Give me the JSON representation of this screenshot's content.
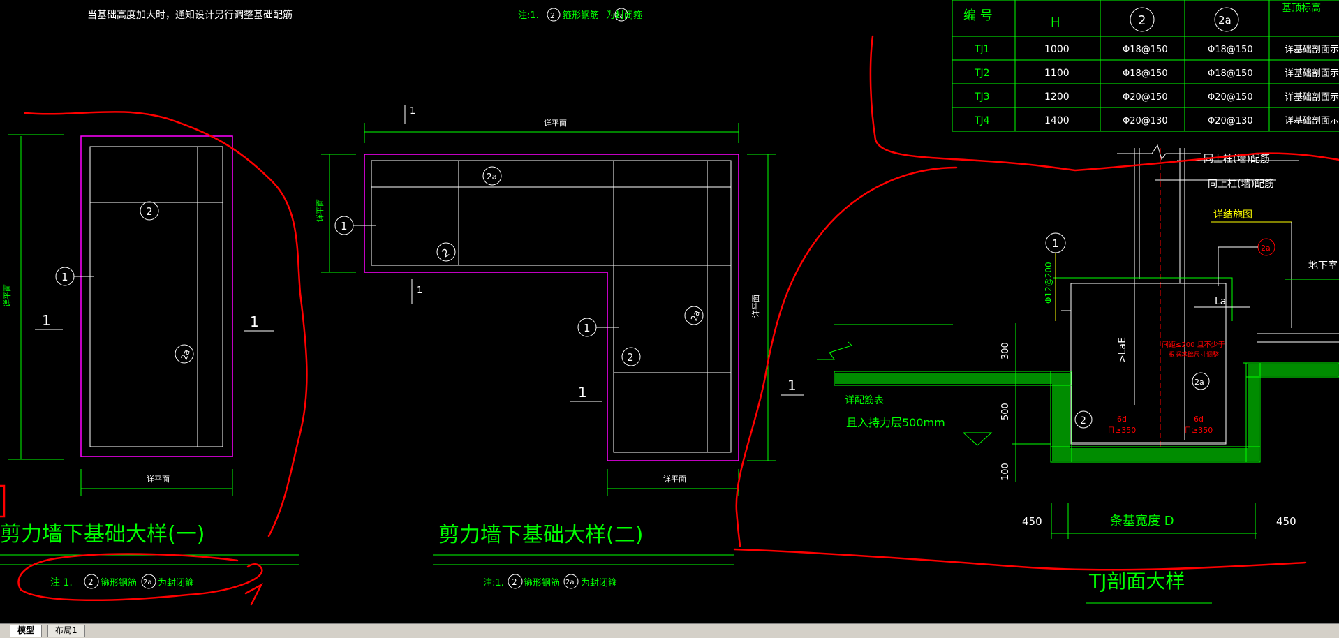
{
  "notes": {
    "top_left": "当基础高度加大时，通知设计另行调整基础配筋",
    "top_mid_prefix": "注:1.",
    "top_mid_a": "箍形钢筋",
    "top_mid_b": "为封闭箍",
    "bottom_left_prefix": "注  1.",
    "bottom_left_a": "箍形钢筋",
    "bottom_left_b": "为封闭箍",
    "bottom_mid_prefix": "注:1.",
    "bottom_mid_a": "箍形钢筋",
    "bottom_mid_b": "为封闭箍"
  },
  "titles": {
    "detail1": "剪力墙下基础大样(一)",
    "detail2": "剪力墙下基础大样(二)",
    "section": "TJ剖面大样"
  },
  "markers": {
    "one": "1",
    "two": "2",
    "two_a": "2a",
    "section_mark": "1"
  },
  "dims": {
    "see_plan": "详平面",
    "d300": "300",
    "d500": "500",
    "d100": "100",
    "d450_left": "450",
    "d450_right": "450",
    "strip_width": "条基宽度 D",
    "lae": ">LaE",
    "la": "La",
    "rebar_phi12": "Φ12@200"
  },
  "section_labels": {
    "same_col_1": "同上柱(墙)配筋",
    "same_col_2": "同上柱(墙)配筋",
    "see_detail": "详结施图",
    "basement": "地下室",
    "see_rebar": "详配筋表",
    "bearing": "且入持力层500mm",
    "red_note_1": "间距≤200 且不少于",
    "red_note_2": "根据基础尺寸调整",
    "six_d_left": "6d",
    "len_left": "且≥350",
    "six_d_right": "6d",
    "len_right": "且≥350",
    "base_elev": "基顶标高"
  },
  "table": {
    "headers": [
      "编 号",
      "H",
      "2",
      "2a",
      "基顶标高"
    ],
    "rows": [
      {
        "id": "TJ1",
        "h": "1000",
        "r2": "Φ18@150",
        "r2a": "Φ18@150",
        "note": "详基础剖面示意"
      },
      {
        "id": "TJ2",
        "h": "1100",
        "r2": "Φ18@150",
        "r2a": "Φ18@150",
        "note": "详基础剖面示意"
      },
      {
        "id": "TJ3",
        "h": "1200",
        "r2": "Φ20@150",
        "r2a": "Φ20@150",
        "note": "详基础剖面示意"
      },
      {
        "id": "TJ4",
        "h": "1400",
        "r2": "Φ20@130",
        "r2a": "Φ20@130",
        "note": "详基础剖面示意"
      }
    ]
  },
  "tabs": {
    "model": "模型",
    "layout1": "布局1"
  },
  "colors": {
    "background": "#000000",
    "green": "#00ff00",
    "white": "#ffffff",
    "magenta": "#ff00ff",
    "red": "#ff0000",
    "yellow": "#ffff00"
  }
}
